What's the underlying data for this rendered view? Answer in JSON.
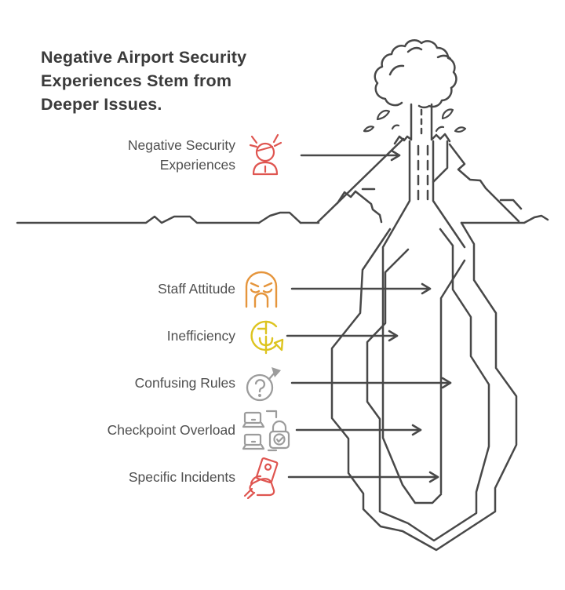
{
  "title": {
    "lines": [
      "Negative Airport Security",
      "Experiences Stem from",
      "Deeper Issues."
    ]
  },
  "surface": {
    "label": "Negative Security Experiences",
    "icon": "angry-person-icon",
    "color": "#df5550"
  },
  "causes": [
    {
      "label": "Staff Attitude",
      "icon": "angry-mask-icon",
      "color": "#e5953c"
    },
    {
      "label": "Inefficiency",
      "icon": "clock-delay-icon",
      "color": "#ddc41f"
    },
    {
      "label": "Confusing Rules",
      "icon": "question-flag-icon",
      "color": "#9c9c9c"
    },
    {
      "label": "Checkpoint Overload",
      "icon": "scanner-lock-icon",
      "color": "#9c9c9c"
    },
    {
      "label": "Specific Incidents",
      "icon": "hand-ticket-icon",
      "color": "#df5550"
    }
  ],
  "illustration": {
    "elements": [
      "smoke-cloud",
      "erupting-volcano",
      "waterline",
      "iceberg-layers",
      "magma-channel"
    ],
    "line_color": "#484848"
  }
}
